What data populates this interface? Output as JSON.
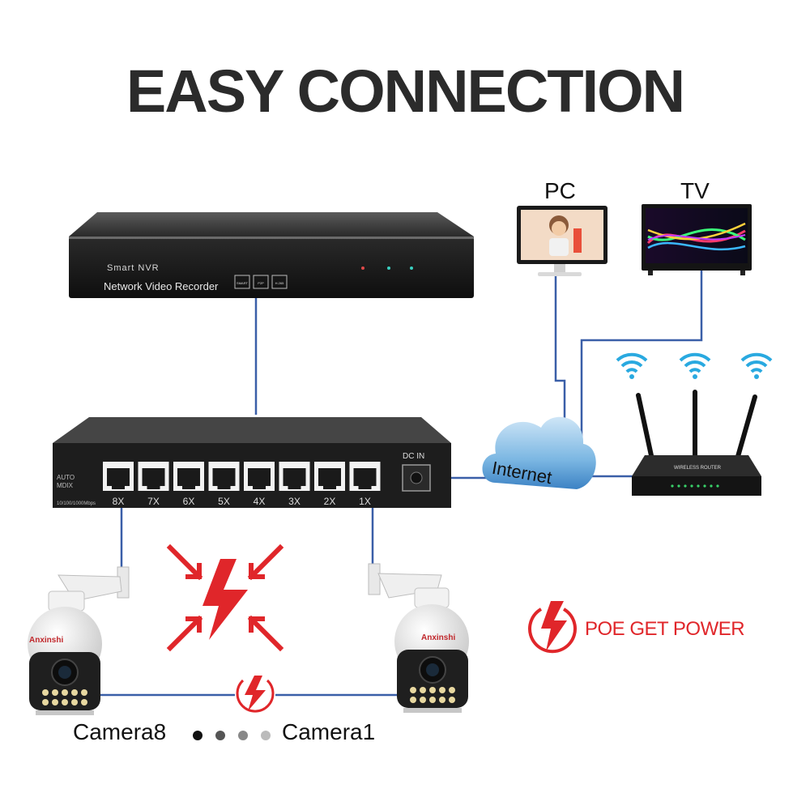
{
  "title": "EASY CONNECTION",
  "nvr": {
    "brand": "Smart NVR",
    "name": "Network Video Recorder",
    "badges": [
      "SMART",
      "P2P",
      "H.265"
    ]
  },
  "switch": {
    "side_label_1": "AUTO",
    "side_label_2": "MDIX",
    "speed_label": "10/100/1000Mbps",
    "dc_label": "DC IN",
    "ports": [
      "8X",
      "7X",
      "6X",
      "5X",
      "4X",
      "3X",
      "2X",
      "1X"
    ]
  },
  "internet_label": "Internet",
  "router_label": "WIRELESS ROUTER",
  "pc_label": "PC",
  "tv_label": "TV",
  "camera_brand": "Anxinshi",
  "camera_left_label": "Camera8",
  "camera_right_label": "Camera1",
  "poe_label": "POE GET POWER",
  "colors": {
    "cable": "#3a5fa8",
    "accent_red": "#e0262a",
    "wifi_blue": "#29a9e0",
    "device_dark": "#1c1c1c"
  }
}
